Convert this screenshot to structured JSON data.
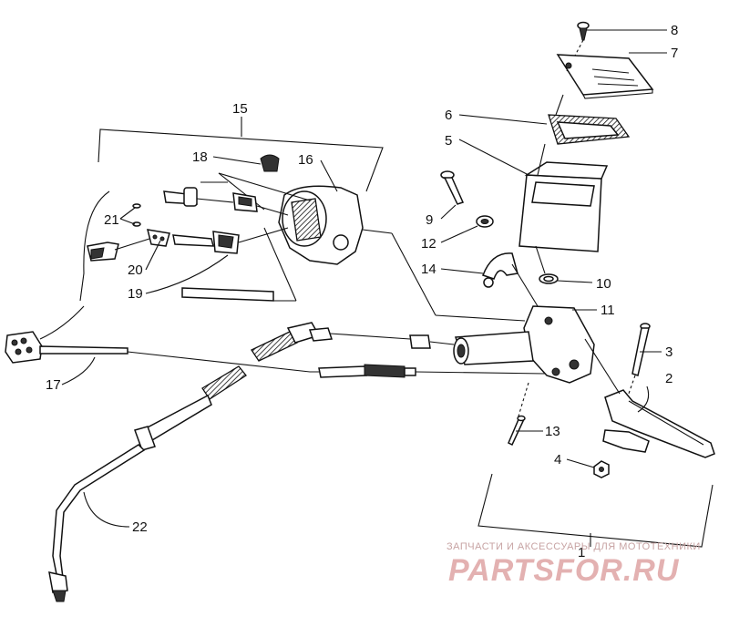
{
  "callouts": [
    "1",
    "2",
    "3",
    "4",
    "5",
    "6",
    "7",
    "8",
    "9",
    "10",
    "11",
    "12",
    "13",
    "14",
    "15",
    "16",
    "17",
    "18",
    "19",
    "20",
    "21",
    "22"
  ],
  "watermark": {
    "tagline": "ЗАПЧАСТИ И АКСЕССУАРЫ ДЛЯ МОТОТЕХНИКИ",
    "brand": "PARTSFOR.RU"
  },
  "colors": {
    "line": "#111111",
    "watermark": "#e3b1b1"
  }
}
